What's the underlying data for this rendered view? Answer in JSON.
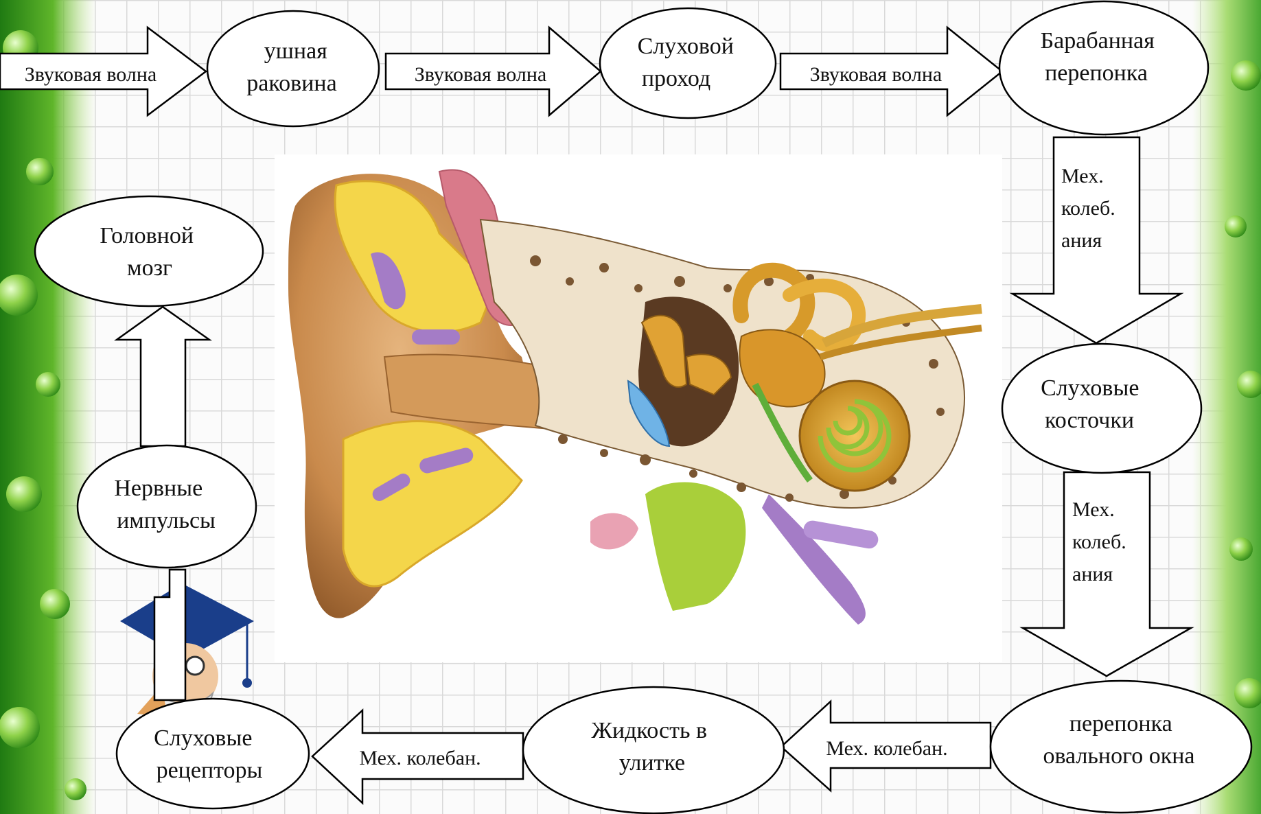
{
  "colors": {
    "page": "#fbfbfb",
    "grid": "#d9d9d9",
    "left_border_dark": "#1f7a12",
    "left_border_light": "#9cd64a",
    "right_border_dark": "#4aa832",
    "right_border_light": "#c9ec9a",
    "node_fill": "#ffffff",
    "stroke": "#000000"
  },
  "nodes": {
    "ear_pinna": [
      "ушная",
      "раковина"
    ],
    "ear_canal": [
      "Слуховой",
      "проход"
    ],
    "eardrum": [
      "Барабанная",
      "перепонка"
    ],
    "ossicles": [
      "Слуховые",
      "косточки"
    ],
    "oval_window": [
      "перепонка",
      "овального окна"
    ],
    "cochlear_fluid": [
      "Жидкость в",
      "улитке"
    ],
    "receptors": [
      "Слуховые",
      "рецепторы"
    ],
    "nerve_impulses": [
      "Нервные",
      "импульсы"
    ],
    "brain": [
      "Головной",
      "мозг"
    ]
  },
  "arrows": {
    "a1": [
      "Звуковая волна"
    ],
    "a2": [
      "Звуковая волна"
    ],
    "a3": [
      "Звуковая волна"
    ],
    "a4": [
      "Мех.",
      "колеб.",
      "ания"
    ],
    "a5": [
      "Мех.",
      "колеб.",
      "ания"
    ],
    "a6": [
      "Мех. колебан."
    ],
    "a7": [
      "Мех. колебан."
    ],
    "a8": [],
    "a9": []
  },
  "illustration": {
    "icon": "ear-anatomy-illustration",
    "character_icon": "professor-character-icon"
  }
}
